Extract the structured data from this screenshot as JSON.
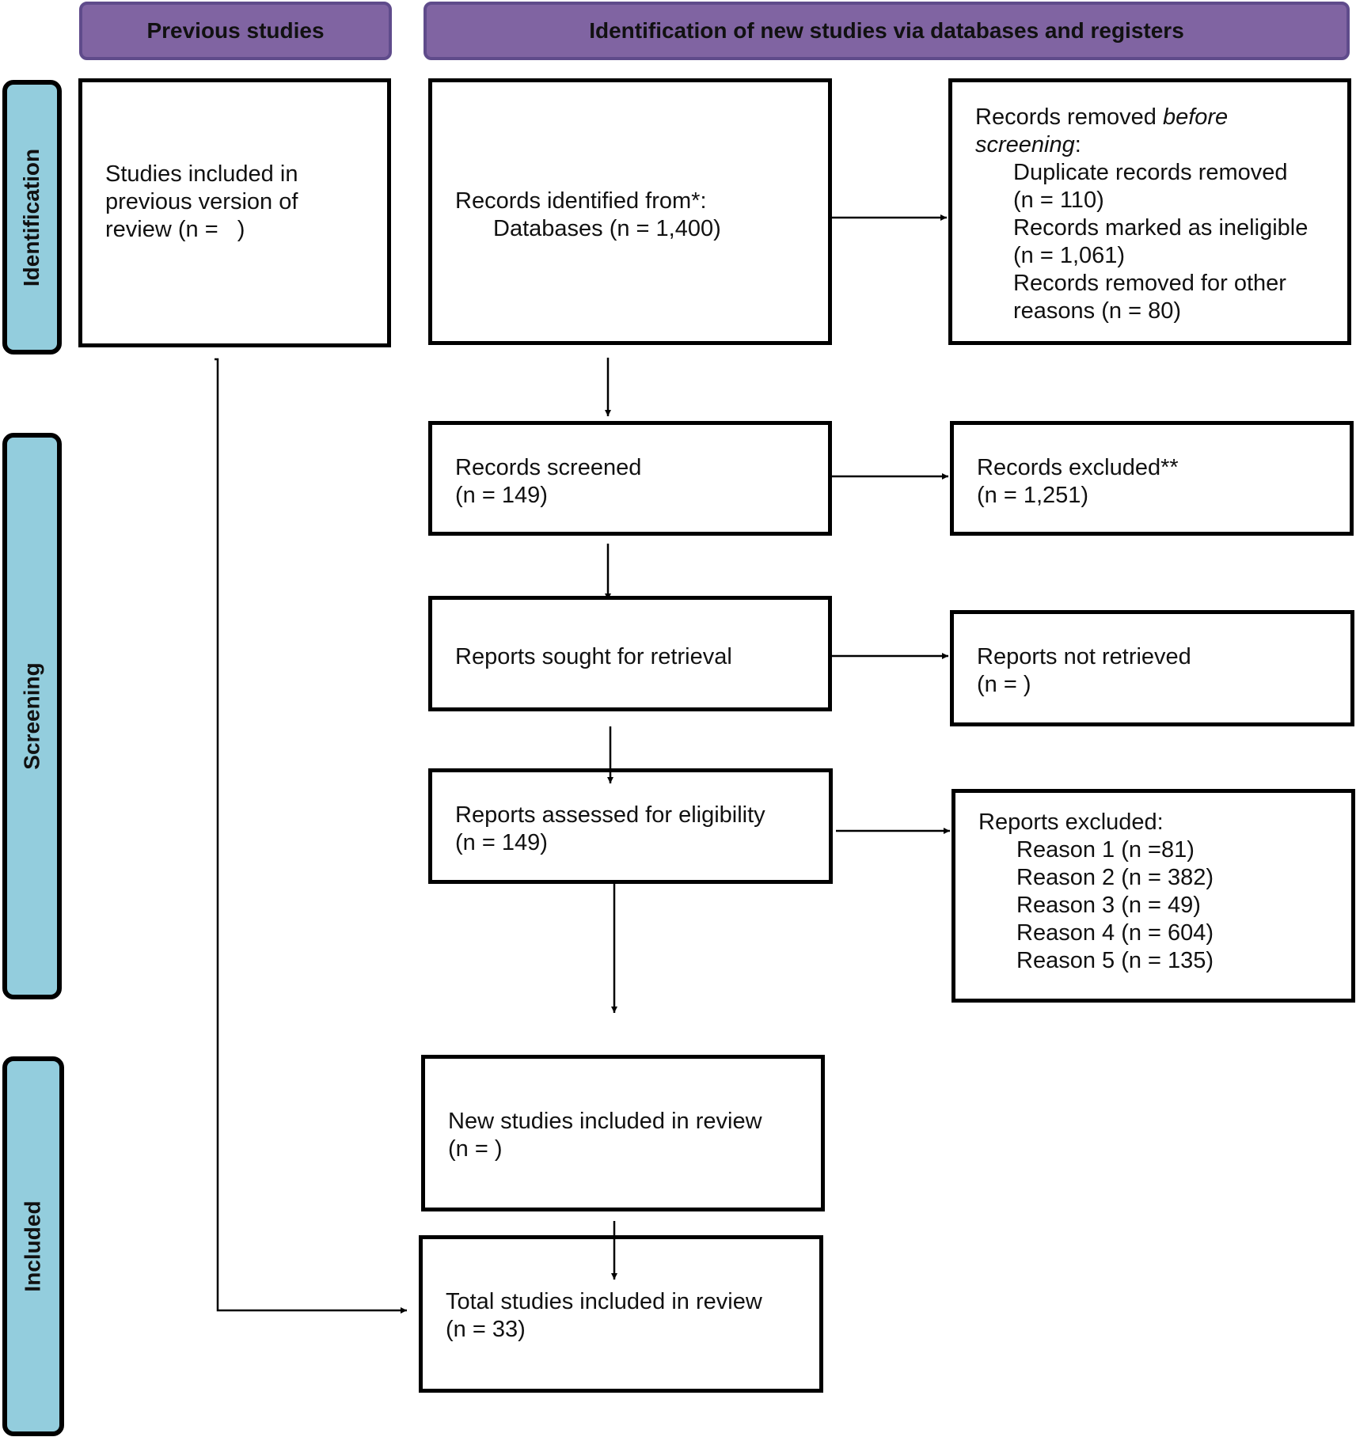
{
  "headers": {
    "previous": "Previous studies",
    "new": "Identification of new studies via databases and registers"
  },
  "phases": {
    "identification": "Identification",
    "screening": "Screening",
    "included": "Included"
  },
  "boxes": {
    "previous_studies": {
      "lines": [
        "Studies included in",
        "previous version of",
        "review (n =   )"
      ]
    },
    "records_identified": {
      "line1": "Records identified from*:",
      "line2": "Databases (n = 1,400)"
    },
    "records_removed": {
      "intro_a": "Records removed ",
      "intro_b": "before",
      "intro_c": "screening",
      "intro_d": ":",
      "items": [
        "Duplicate records removed",
        "(n = 110)",
        "Records marked as ineligible",
        "(n = 1,061)",
        "Records removed for other",
        "reasons (n = 80)"
      ]
    },
    "records_screened": {
      "line1": "Records screened",
      "line2": "(n = 149)"
    },
    "records_excluded": {
      "line1": "Records excluded**",
      "line2": "(n = 1,251)"
    },
    "reports_sought": {
      "line1": "Reports sought for retrieval"
    },
    "reports_not_retrieved": {
      "line1": "Reports not retrieved",
      "line2": "(n = )"
    },
    "reports_assessed": {
      "line1": "Reports assessed for eligibility",
      "line2": "(n = 149)"
    },
    "reports_excluded": {
      "title": "Reports excluded:",
      "reasons": [
        "Reason 1 (n =81)",
        "Reason 2 (n = 382)",
        "Reason 3 (n = 49)",
        "Reason 4 (n = 604)",
        "Reason 5 (n = 135)"
      ]
    },
    "new_studies": {
      "line1": "New studies included in review",
      "line2": "(n = )"
    },
    "total_studies": {
      "line1": "Total studies included in review",
      "line2": "(n = 33)"
    }
  }
}
